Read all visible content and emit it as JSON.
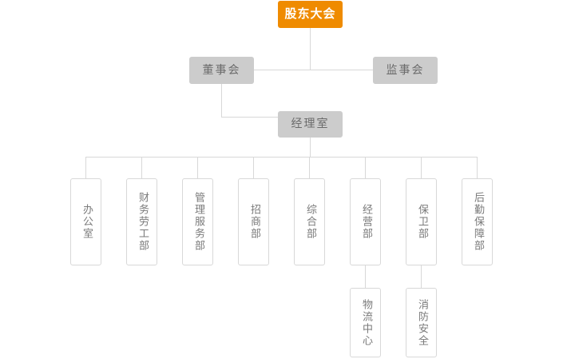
{
  "chart": {
    "title_node": "股东大会",
    "colors": {
      "root_fill": "#ef8b00",
      "root_text": "#ffffff",
      "level_fill": "#cccccc",
      "level_text": "#6b6b6b",
      "dept_fill": "#ffffff",
      "dept_text": "#7a7a7a",
      "dept_border": "#d8d8d8",
      "line": "#d8d8d8",
      "background": "#ffffff"
    }
  },
  "nodes": {
    "root": {
      "label": "股东大会"
    },
    "board_of_directors": {
      "label": "董事会"
    },
    "board_of_supervisors": {
      "label": "监事会"
    },
    "manager_office": {
      "label": "经理室"
    },
    "departments": [
      {
        "label": "办公室"
      },
      {
        "label": "财务劳工部"
      },
      {
        "label": "管理服务部"
      },
      {
        "label": "招商部"
      },
      {
        "label": "综合部"
      },
      {
        "label": "经营部"
      },
      {
        "label": "保卫部"
      },
      {
        "label": "后勤保障部"
      }
    ],
    "sub_departments": [
      {
        "label": "物流中心",
        "parent": "经营部"
      },
      {
        "label": "消防安全",
        "parent": "保卫部"
      }
    ]
  }
}
